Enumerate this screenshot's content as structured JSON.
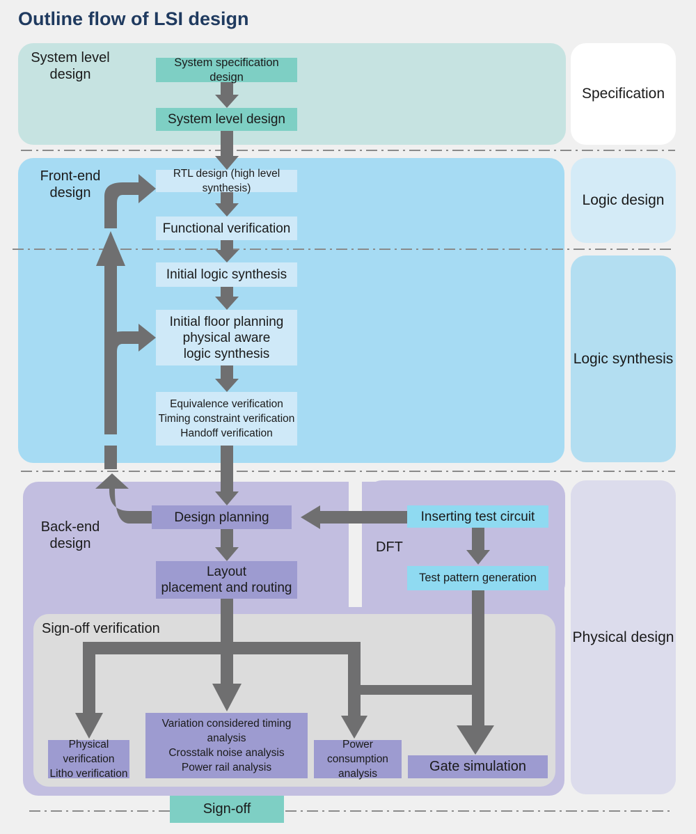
{
  "title": "Outline flow of LSI design",
  "regions": {
    "system_level": "System level\ndesign",
    "front_end": "Front-end\ndesign",
    "back_end": "Back-end\ndesign",
    "dft": "DFT",
    "signoff_verification": "Sign-off verification"
  },
  "side_labels": {
    "specification": "Specification",
    "logic_design": "Logic design",
    "logic_synthesis": "Logic synthesis",
    "physical_design": "Physical design"
  },
  "steps": {
    "system_spec": "System specification design",
    "system_level": "System level design",
    "rtl": "RTL design (high level synthesis)",
    "functional": "Functional verification",
    "initial_logic": "Initial logic synthesis",
    "floor_planning": "Initial floor planning\nphysical aware\nlogic synthesis",
    "equivalence": "Equivalence verification\nTiming constraint verification\nHandoff verification",
    "design_planning": "Design planning",
    "inserting_test": "Inserting test circuit",
    "layout": "Layout\nplacement and routing",
    "test_pattern": "Test pattern generation",
    "physical_verif": "Physical verification\nLitho verification",
    "timing_analysis": "Variation considered timing analysis\nCrosstalk noise analysis\nPower rail analysis",
    "power_consumption": "Power consumption\nanalysis",
    "gate_sim": "Gate simulation",
    "signoff": "Sign-off"
  },
  "colors": {
    "system_region": "#c6e3e1",
    "front_region": "#a6dbf3",
    "back_region": "#c2bee0",
    "signoff_region": "#dcdcdc",
    "arrow": "#6f6f70",
    "teal_box": "#7ecfc4",
    "purple_box": "#9d9bd0"
  }
}
